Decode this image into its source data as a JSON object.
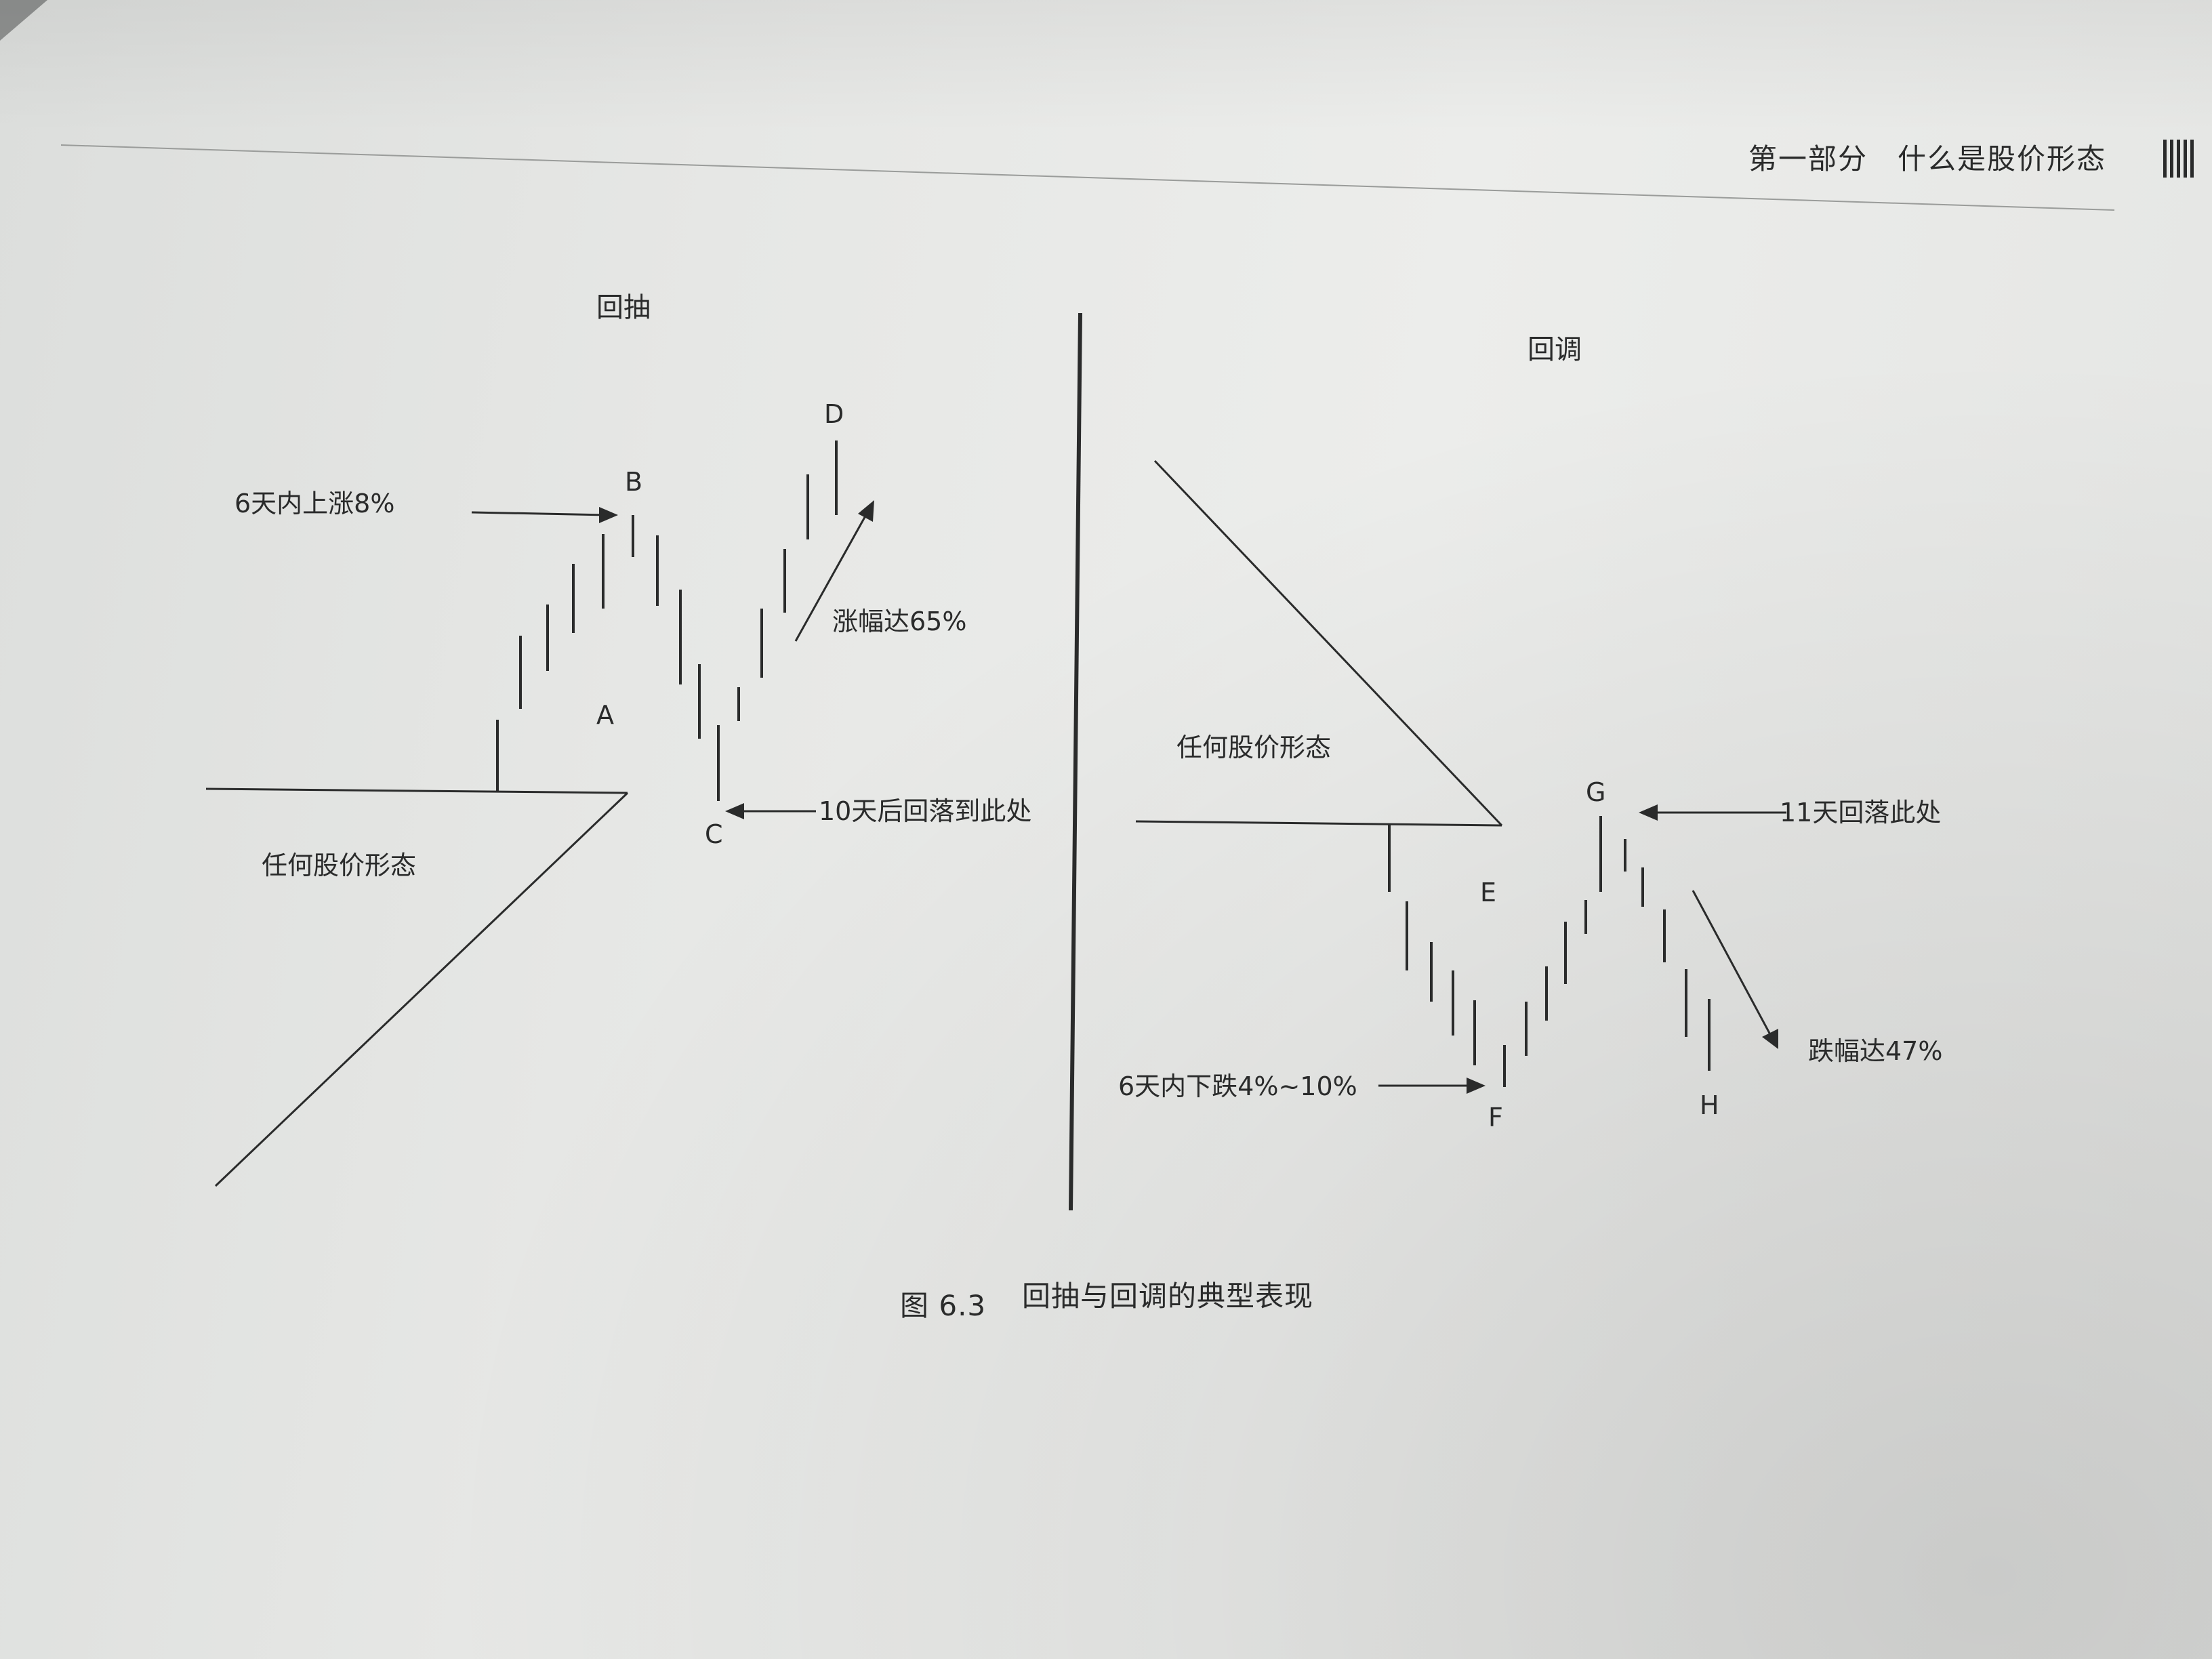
{
  "header": {
    "part_title": "第一部分",
    "chapter_title": "什么是股价形态"
  },
  "left_panel": {
    "title": "回抽",
    "pattern_label": "任何股价形态",
    "annotation_rise": "6天内上涨8%",
    "annotation_gain": "涨幅达65%",
    "annotation_fall": "10天后回落到此处",
    "points": {
      "a": "A",
      "b": "B",
      "c": "C",
      "d": "D"
    }
  },
  "right_panel": {
    "title": "回调",
    "pattern_label": "任何股价形态",
    "annotation_drop": "6天内下跌4%~10%",
    "annotation_loss": "跌幅达47%",
    "annotation_return": "11天回落此处",
    "points": {
      "e": "E",
      "f": "F",
      "g": "G",
      "h": "H"
    }
  },
  "caption": {
    "figure_number": "图 6.3",
    "figure_title": "回抽与回调的典型表现"
  },
  "colors": {
    "ink": "#2a2b2b",
    "paper": "#e6e7e5"
  }
}
